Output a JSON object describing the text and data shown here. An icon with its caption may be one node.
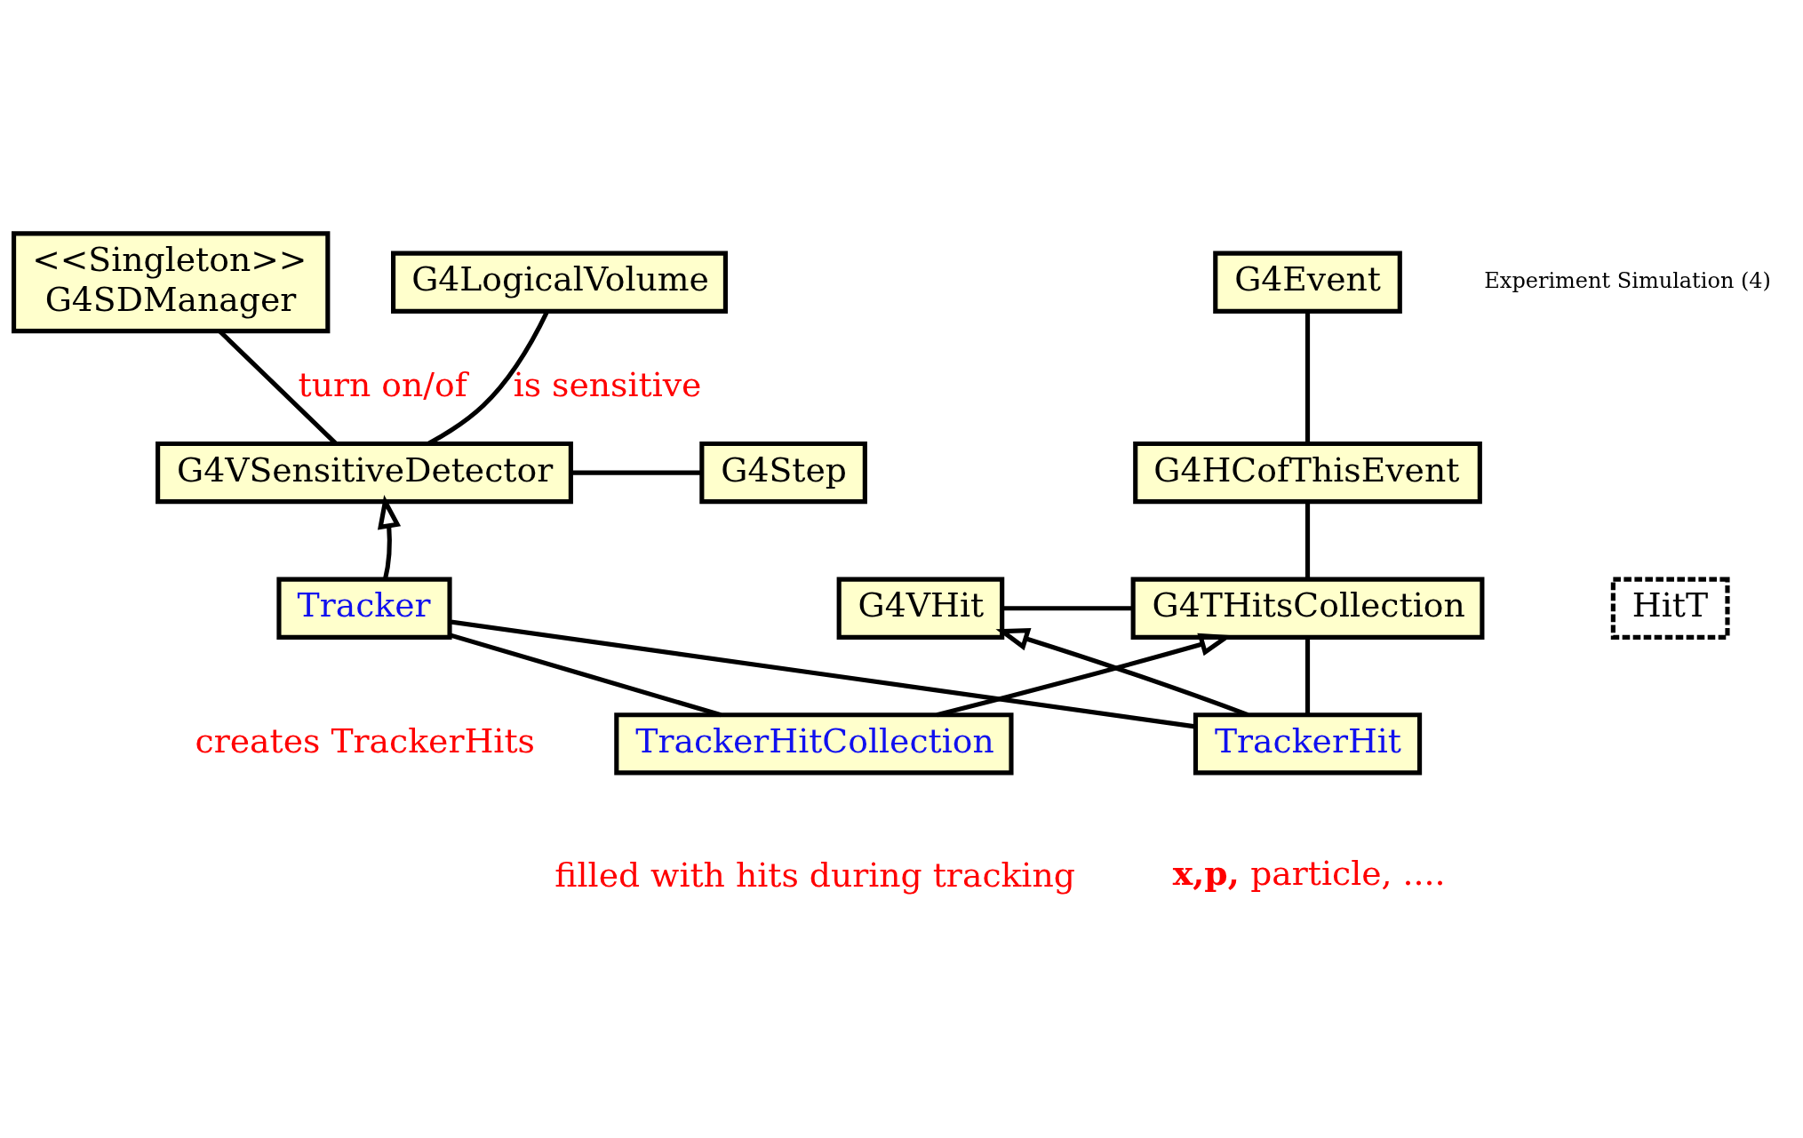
{
  "diagram": {
    "nodes": [
      {
        "text": [
          "G4LogicalVolume"
        ]
      },
      {
        "text": [
          "<<Singleton>>",
          "G4SDManager"
        ]
      },
      {
        "text": [
          "G4Event"
        ]
      },
      {
        "text": [
          "G4HCofThisEvent"
        ]
      },
      {
        "text": [
          "G4VSensitiveDetector"
        ]
      },
      {
        "text": [
          "G4Step"
        ]
      },
      {
        "text": [
          "G4THitsCollection"
        ]
      },
      {
        "text": [
          "HitT"
        ]
      },
      {
        "text": [
          "G4VHit"
        ]
      },
      {
        "text": [
          "Tracker"
        ],
        "beside": [
          "creates TrackerHits"
        ]
      },
      {
        "text": [
          "TrackerHit"
        ],
        "beside": [
          "**x,p,** particle, ...."
        ]
      },
      {
        "text": [
          "TrackerHitCollection"
        ],
        "beside": [
          "filled with hits during tracking"
        ]
      }
    ],
    "edges": [
      {
        "from": 0,
        "to": 4,
        "arrow": "none",
        "label": "is sensitive"
      },
      {
        "from": 1,
        "to": 4,
        "arrow": "none",
        "label": "turn on/of"
      },
      {
        "from": 2,
        "to": 3,
        "arrow": "none"
      },
      {
        "from": 3,
        "to": 6,
        "arrow": "none"
      },
      {
        "from": 4,
        "to": 5,
        "arrow": "none"
      },
      {
        "from": 9,
        "to": 4,
        "arrow": "to"
      },
      {
        "from": 8,
        "to": 6,
        "arrow": "none"
      },
      {
        "from": 10,
        "to": 6,
        "arrow": "none"
      },
      {
        "from": 9,
        "to": 10,
        "arrow": "none"
      },
      {
        "from": 9,
        "to": 11,
        "arrow": "none"
      },
      {
        "from": 10,
        "to": 8,
        "arrow": "to"
      },
      {
        "from": 11,
        "to": 6,
        "arrow": "to"
      }
    ],
    "labels": [
      "Experiment Simulation (4)"
    ]
  }
}
